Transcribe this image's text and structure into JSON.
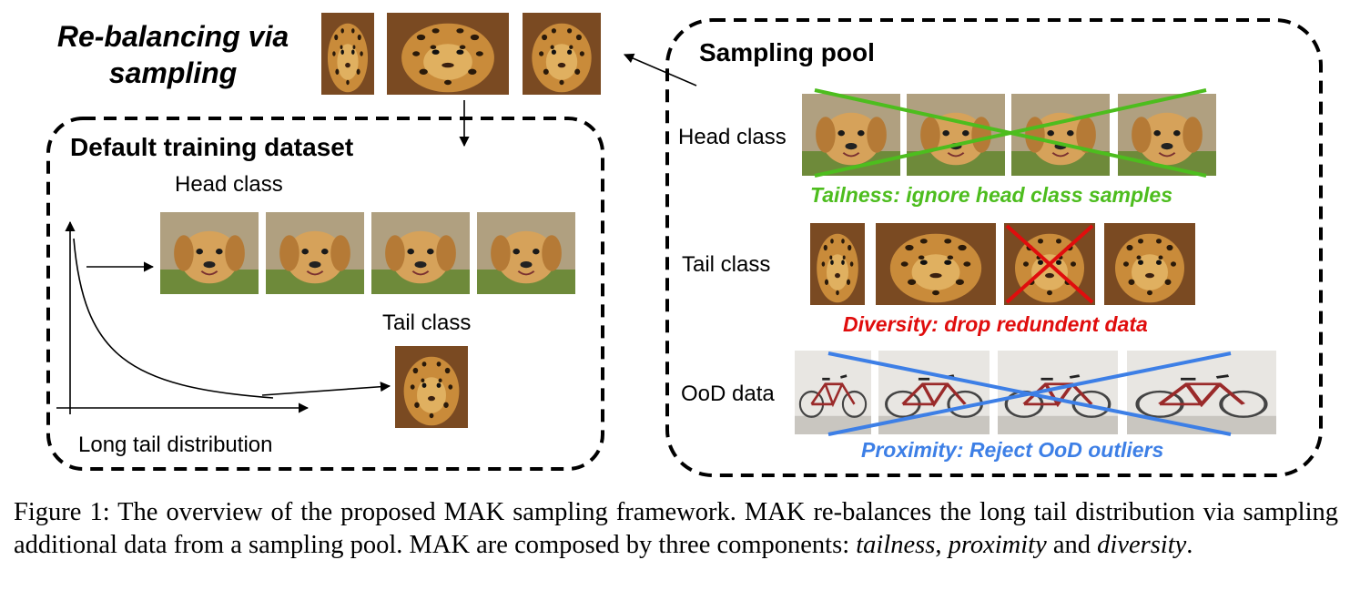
{
  "figure": {
    "title": "Re-balancing via sampling",
    "default_box": {
      "title": "Default training dataset",
      "head_label": "Head class",
      "tail_label": "Tail class",
      "axis_label": "Long tail distribution"
    },
    "pool_box": {
      "title": "Sampling pool",
      "rows": [
        {
          "label": "Head class",
          "criterion": "Tailness: ignore head class samples",
          "color": "#4dbd1e"
        },
        {
          "label": "Tail class",
          "criterion": "Diversity: drop redundent data",
          "color": "#e00d0d"
        },
        {
          "label": "OoD data",
          "criterion": "Proximity: Reject OoD outliers",
          "color": "#3d7fe6"
        }
      ]
    },
    "image_icons": {
      "leopard": "leopard-photo",
      "dog": "dog-photo",
      "bicycle": "bicycle-photo"
    }
  },
  "caption": {
    "prefix": "Figure 1:",
    "text": "The overview of the proposed MAK sampling framework. MAK re-balances the long tail distribution via sampling additional data from a sampling pool. MAK are composed by three components:",
    "term1": "tailness",
    "sep1": ",",
    "term2": "proximity",
    "conj": "and",
    "term3": "diversity",
    "end": "."
  }
}
